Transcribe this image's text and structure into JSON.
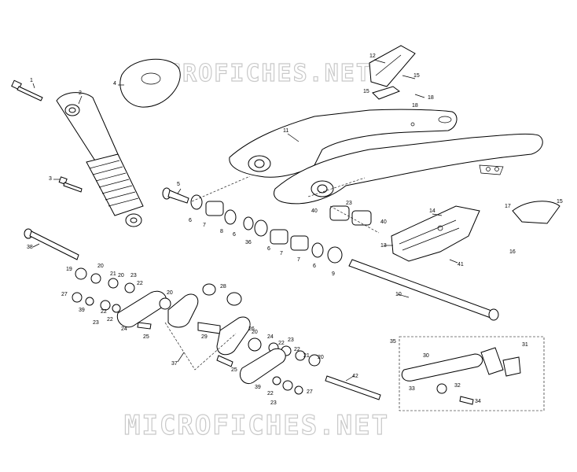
{
  "watermark": {
    "top_text": "MICROFICHES.NET",
    "bottom_text": "MICROFICHES.NET"
  },
  "callouts": {
    "n1": "1",
    "n2": "2",
    "n3": "3",
    "n4": "4",
    "n5": "5",
    "n6a": "6",
    "n6b": "6",
    "n6c": "6",
    "n6d": "6",
    "n7a": "7",
    "n7b": "7",
    "n7c": "7",
    "n8": "8",
    "n9": "9",
    "n10": "10",
    "n11": "11",
    "n12": "12",
    "n13": "13",
    "n14": "14",
    "n15a": "15",
    "n15b": "15",
    "n15c": "15",
    "n16": "16",
    "n17": "17",
    "n18a": "18",
    "n18b": "18",
    "n19": "19",
    "n20a": "20",
    "n20b": "20",
    "n20c": "20",
    "n20d": "20",
    "n20e": "20",
    "n21a": "21",
    "n21b": "21",
    "n22a": "22",
    "n22b": "22",
    "n22c": "22",
    "n22d": "22",
    "n22e": "22",
    "n22f": "22",
    "n23a": "23",
    "n23b": "23",
    "n23c": "23",
    "n23d": "23",
    "n23e": "23",
    "n24a": "24",
    "n24b": "24",
    "n25a": "25",
    "n25b": "25",
    "n26": "26",
    "n27a": "27",
    "n27b": "27",
    "n28": "28",
    "n29": "29",
    "n30": "30",
    "n31": "31",
    "n32": "32",
    "n33": "33",
    "n34": "34",
    "n35": "35",
    "n36": "36",
    "n37": "37",
    "n38": "38",
    "n39a": "39",
    "n39b": "39",
    "n40a": "40",
    "n40b": "40",
    "n41": "41",
    "n42": "42"
  }
}
